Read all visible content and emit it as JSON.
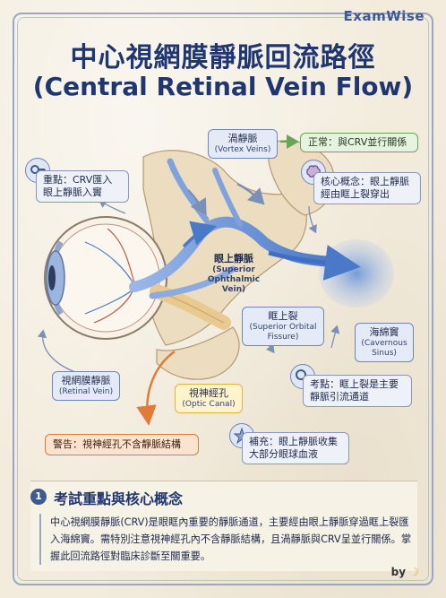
{
  "brand": "ExamWise",
  "title_zh": "中心視網膜靜脈回流路徑",
  "title_en": "(Central Retinal Vein Flow)",
  "labels": {
    "vortex": {
      "zh": "渦靜脈",
      "en": "(Vortex Veins)"
    },
    "superior_ophthalmic": {
      "zh": "眼上靜脈",
      "en1": "(Superior",
      "en2": "Ophthalmic Vein)"
    },
    "superior_fissure": {
      "zh": "眶上裂",
      "en1": "(Superior Orbital",
      "en2": "Fissure)"
    },
    "cavernous": {
      "zh": "海綿竇",
      "en1": "(Cavernous",
      "en2": "Sinus)"
    },
    "retinal": {
      "zh": "視網膜靜脈",
      "en": "(Retinal Vein)"
    },
    "optic_canal": {
      "zh": "視神經孔",
      "en": "(Optic Canal)"
    }
  },
  "notes": {
    "focus": [
      "重點：CRV匯入",
      "眼上靜脈入竇"
    ],
    "normal": "正常：與CRV並行關係",
    "core": [
      "核心概念：眼上靜脈",
      "經由眶上裂穿出"
    ],
    "exam_point": [
      "考點：眶上裂是主要",
      "靜脈引流通道"
    ],
    "supplement": [
      "補充：眼上靜脈收集",
      "大部分眼球血液"
    ],
    "warning": "警告：視神經孔不含靜脈結構"
  },
  "summary": {
    "number": "1",
    "title": "考試重點與核心概念",
    "text": "中心視網膜靜脈(CRV)是眼眶內重要的靜脈通道，主要經由眼上靜脈穿過眶上裂匯入海綿竇。需特別注意視神經孔內不含靜脈結構，且渦靜脈與CRV呈並行關係。掌握此回流路徑對臨床診斷至關重要。"
  },
  "signature": "by",
  "colors": {
    "accent": "#1f3670",
    "vein": "#5b86cf",
    "warning": "#e07b39",
    "normal": "#6aa45a"
  }
}
